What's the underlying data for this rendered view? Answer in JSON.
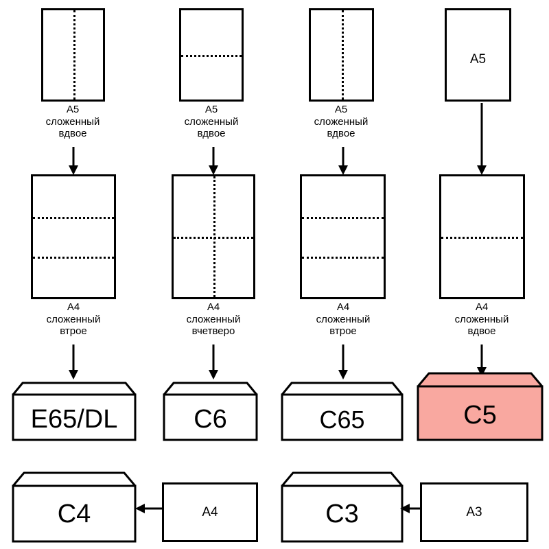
{
  "diagram": {
    "title": "Paper folding to envelope size chart",
    "colors": {
      "stroke": "#000000",
      "paper": "#ffffff",
      "highlight": "#f9a8a0"
    },
    "fold_captions": {
      "a5_half": "A5\nсложенный\nвдвое",
      "a4_third": "A4\nсложенный\nвтрое",
      "a4_quarter": "A4\nсложенный\nвчетверо",
      "a4_half": "A4\nсложенный\nвдвое"
    },
    "columns": [
      {
        "id": "col-1",
        "top_sheet": {
          "label": "",
          "folds": [
            "vertical-center"
          ]
        },
        "top_caption": "A5\nсложенный\nвдвое",
        "mid_sheet": {
          "label": "",
          "folds": [
            "horizontal-third",
            "horizontal-two-third"
          ]
        },
        "mid_caption": "A4\nсложенный\nвтрое",
        "envelope": {
          "label": "E65/DL",
          "highlighted": false
        }
      },
      {
        "id": "col-2",
        "top_sheet": {
          "label": "",
          "folds": [
            "horizontal-center"
          ]
        },
        "top_caption": "A5\nсложенный\nвдвое",
        "mid_sheet": {
          "label": "",
          "folds": [
            "vertical-center",
            "horizontal-center"
          ]
        },
        "mid_caption": "A4\nсложенный\nвчетверо",
        "envelope": {
          "label": "C6",
          "highlighted": false
        }
      },
      {
        "id": "col-3",
        "top_sheet": {
          "label": "",
          "folds": [
            "vertical-center"
          ]
        },
        "top_caption": "A5\nсложенный\nвдвое",
        "mid_sheet": {
          "label": "",
          "folds": [
            "horizontal-third",
            "horizontal-two-third"
          ]
        },
        "mid_caption": "A4\nсложенный\nвтрое",
        "envelope": {
          "label": "C65",
          "highlighted": false
        }
      },
      {
        "id": "col-4",
        "top_sheet": {
          "label": "A5",
          "folds": []
        },
        "top_caption": "",
        "mid_sheet": {
          "label": "",
          "folds": [
            "horizontal-center"
          ]
        },
        "mid_caption": "A4\nсложенный\nвдвое",
        "envelope": {
          "label": "C5",
          "highlighted": true
        }
      }
    ],
    "bottom_row": [
      {
        "id": "pair-c4",
        "envelope_label": "C4",
        "sheet_label": "A4",
        "arrow": "left"
      },
      {
        "id": "pair-c3",
        "envelope_label": "C3",
        "sheet_label": "A3",
        "arrow": "left"
      }
    ]
  }
}
